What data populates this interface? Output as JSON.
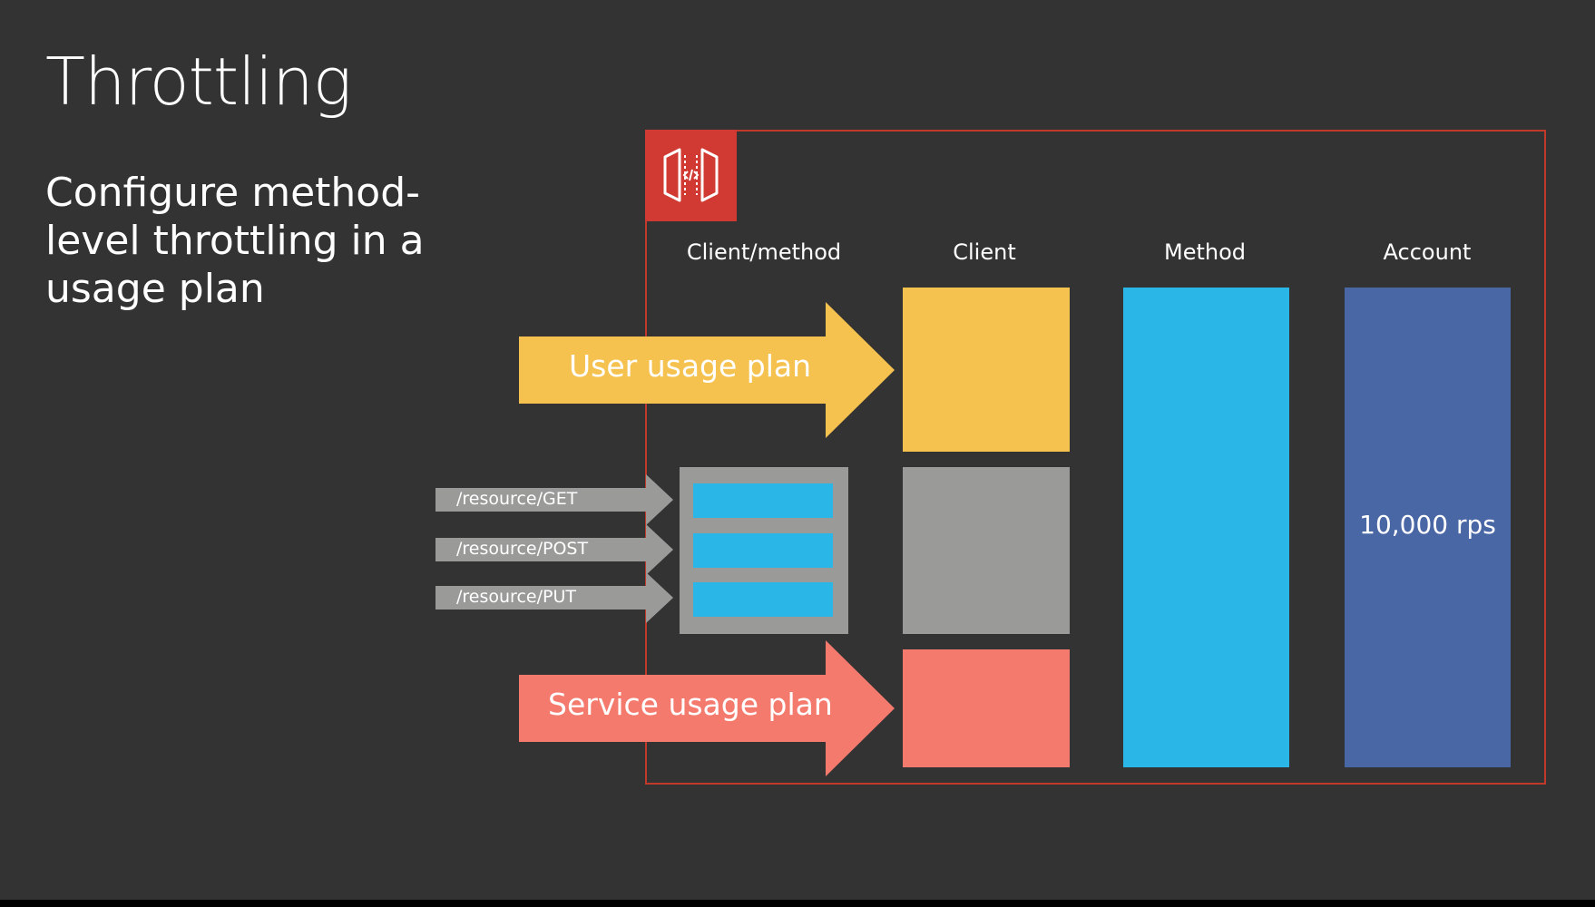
{
  "slide": {
    "title": "Throttling",
    "subtitle": "Configure method-level throttling in a usage plan"
  },
  "diagram": {
    "icon": "api-gateway-icon",
    "columns": [
      "Client/method",
      "Client",
      "Method",
      "Account"
    ],
    "arrows": {
      "user": "User usage plan",
      "service": "Service usage plan"
    },
    "routes": [
      "/resource/GET",
      "/resource/POST",
      "/resource/PUT"
    ],
    "account_limit": "10,000 rps"
  },
  "colors": {
    "background": "#333333",
    "frame": "#c0392b",
    "user": "#f5c24f",
    "gray": "#9a9a98",
    "service": "#f47a6e",
    "method": "#2bb6e8",
    "account": "#4a67a5",
    "icon_bg": "#d13a32"
  }
}
